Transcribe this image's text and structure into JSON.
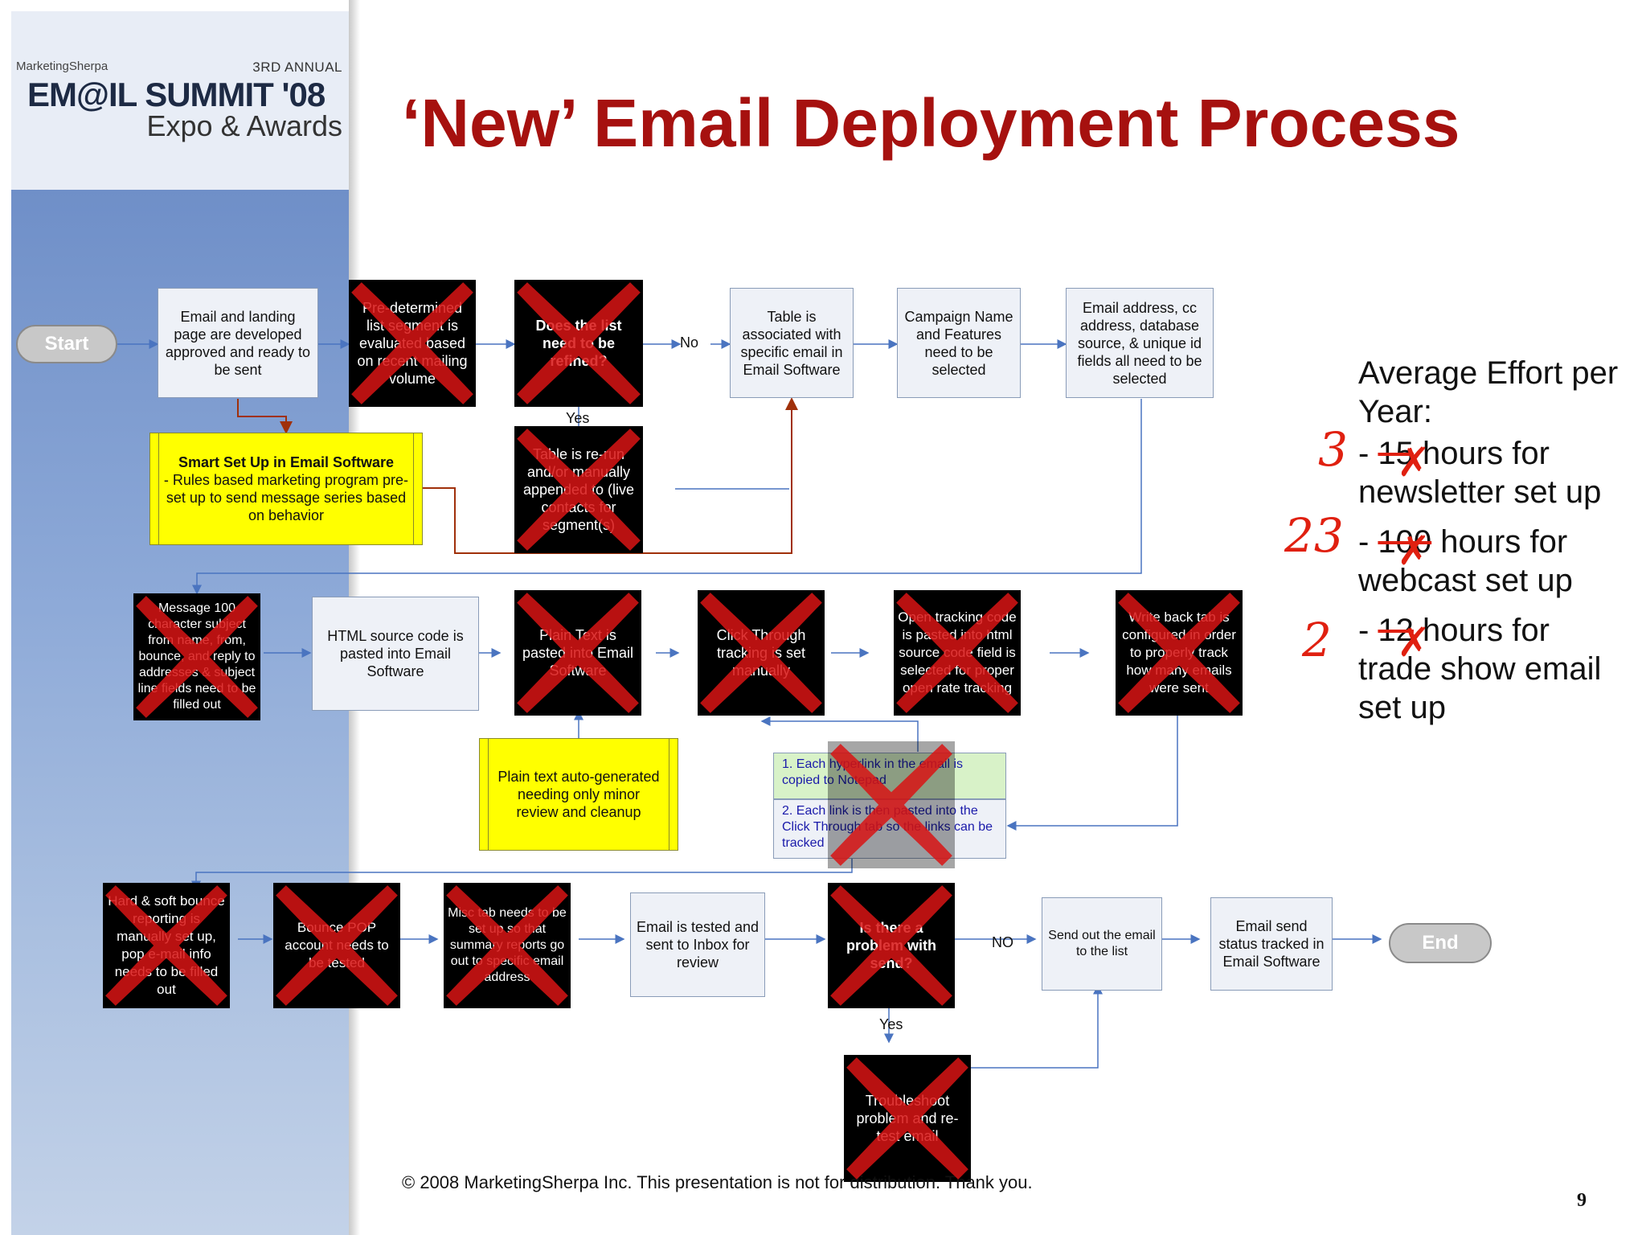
{
  "header": {
    "logo_brand": "MarketingSherpa",
    "logo_annual": "3RD ANNUAL",
    "logo_summit": "EM@IL SUMMIT '08",
    "logo_expo": "Expo & Awards",
    "title": "‘New’ Email Deployment Process"
  },
  "flow": {
    "start": "Start",
    "end": "End",
    "box_email_landing": "Email and landing page are developed approved and ready to be sent",
    "note_smart_setup_title": "Smart Set Up in Email Software",
    "note_smart_setup_body": "- Rules based marketing program pre-set up to send message series based on behavior",
    "x_predetermined": "Pre-determined list segment is evaluated based on recent mailing volume",
    "x_list_refined": "Does the list need to be refined?",
    "label_no_1": "No",
    "label_yes_1": "Yes",
    "x_table_run": "Table is re-run and/or manually appended to (live contacts for segment(s)",
    "box_table_associated": "Table is associated with specific email in Email Software",
    "box_campaign_name": "Campaign Name and Features need to be selected",
    "box_email_address": "Email address, cc address, database source, & unique id fields all need to be selected",
    "x_message_char": "Message 100 character subject from name, from, bounce, and reply to addresses & subject line fields need to be filled out",
    "box_html_source": "HTML source code is pasted into Email Software",
    "x_plain_text": "Plain Text is pasted into Email Software",
    "note_plain_text": "Plain text auto-generated needing only minor review and cleanup",
    "x_click_through": "Click Through tracking is set manually",
    "x_open_tracking": "Open tracking code is pasted into html source code field is selected for proper open rate tracking",
    "x_write_back": "Write back tab is configured in order to properly track how many emails were sent",
    "hyper_step1": "1. Each hyperlink in the email is copied to Notepad",
    "hyper_step2": "2. Each link is then pasted into the Click Through tab so the links can be tracked",
    "x_hard_soft_bounce": "Hard & soft bounce reporting is manually set up, pop e-mail info needs to be filled out",
    "x_bounce_pop": "Bounce POP account needs to be tested",
    "x_misc_tab": "Misc tab needs to be set up so that summary reports go out to specific email address",
    "box_email_tested": "Email is tested and sent to Inbox for review",
    "x_problem": "Is there a problem with send?",
    "label_no_2": "NO",
    "label_yes_2": "Yes",
    "x_troubleshoot": "Troubleshoot problem and re-test email",
    "box_send_out": "Send out the email to the list",
    "box_status_tracked": "Email send status tracked in Email Software"
  },
  "effort": {
    "heading": "Average Effort per Year:",
    "items": [
      {
        "new": "3",
        "old": "15",
        "prefix": "- ",
        "text": " hours for newsletter set up"
      },
      {
        "new": "23",
        "old": "100",
        "prefix": "- ",
        "text": " hours for webcast set up"
      },
      {
        "new": "2",
        "old": "12",
        "prefix": "- ",
        "text": " hours for trade show email set up"
      }
    ]
  },
  "footer": {
    "copyright": "© 2008 MarketingSherpa Inc. This presentation is not for distribution. Thank you.",
    "page_number": "9"
  },
  "colors": {
    "title_red": "#a6110f",
    "cross_red": "#d81414",
    "note_yellow": "#ffff00",
    "connector_blue": "#4a74c0",
    "connector_brown": "#a0300a"
  }
}
